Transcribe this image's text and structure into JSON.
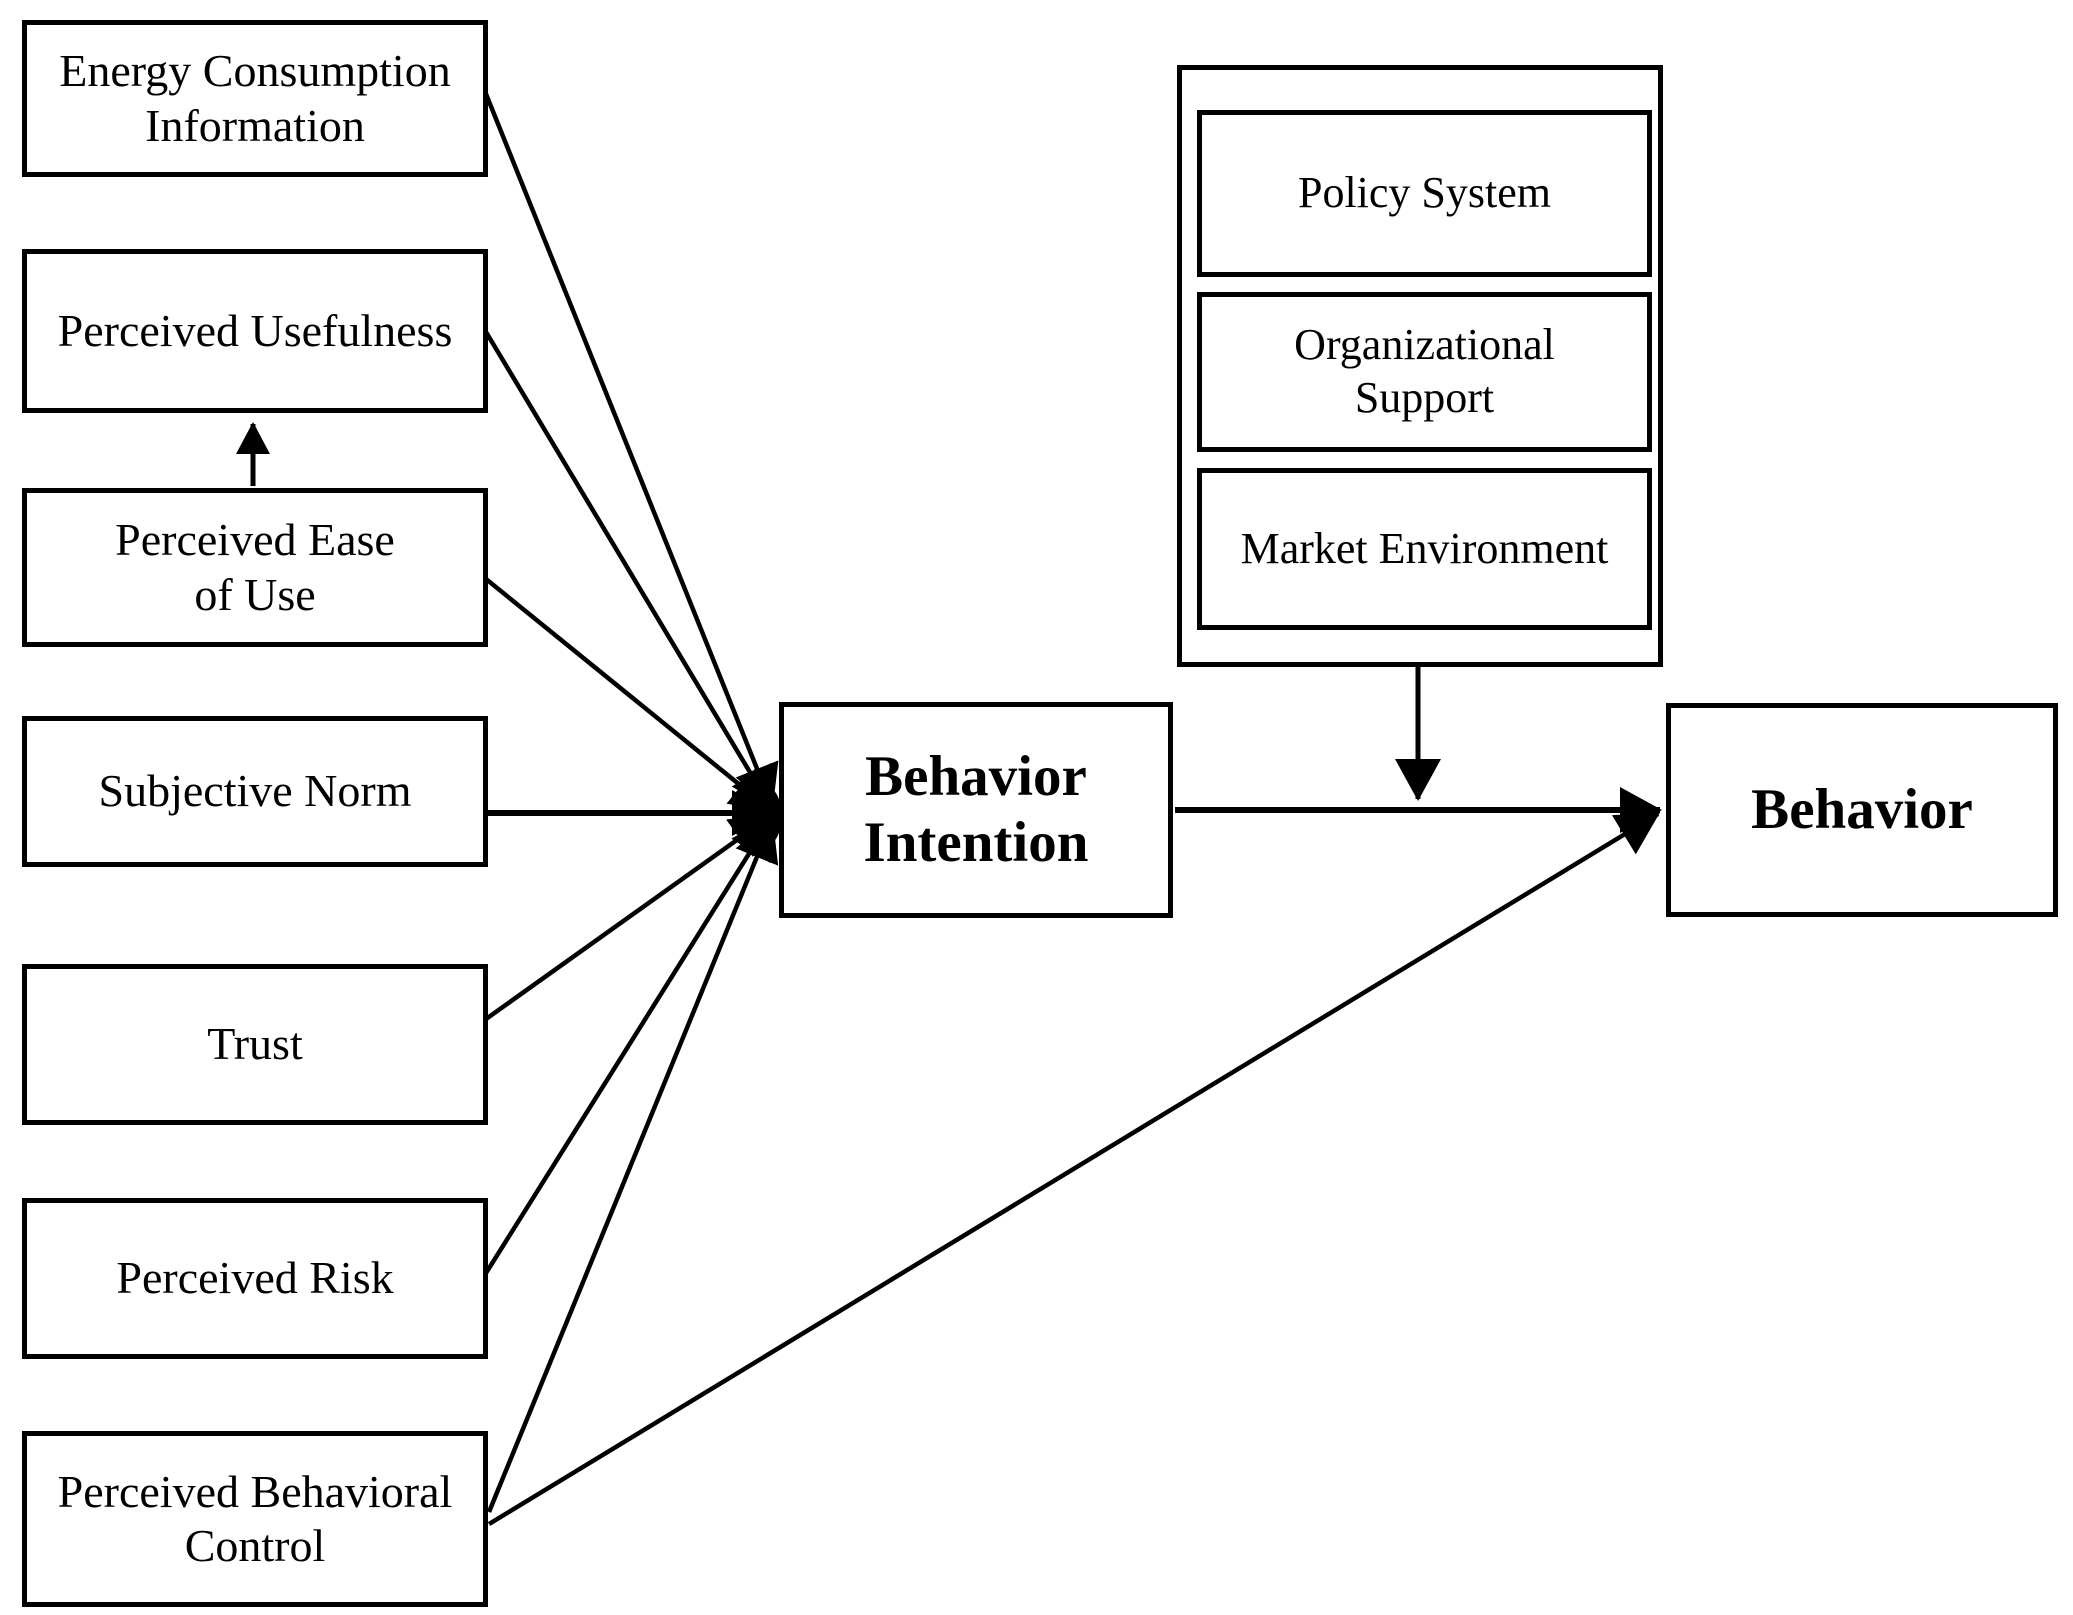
{
  "diagram": {
    "title": "Behavior intention model diagram",
    "left_factors": [
      {
        "id": "energy-consumption-information",
        "label": "Energy Consumption\nInformation"
      },
      {
        "id": "perceived-usefulness",
        "label": "Perceived Usefulness"
      },
      {
        "id": "perceived-ease-of-use",
        "label": "Perceived Ease\nof Use"
      },
      {
        "id": "subjective-norm",
        "label": "Subjective Norm"
      },
      {
        "id": "trust",
        "label": "Trust"
      },
      {
        "id": "perceived-risk",
        "label": "Perceived Risk"
      },
      {
        "id": "perceived-behavioral-control",
        "label": "Perceived Behavioral\nControl"
      }
    ],
    "center": {
      "behavior_intention": "Behavior\nIntention"
    },
    "moderators": [
      {
        "id": "policy-system",
        "label": "Policy System"
      },
      {
        "id": "organizational-support",
        "label": "Organizational\nSupport"
      },
      {
        "id": "market-environment",
        "label": "Market Environment"
      }
    ],
    "outcome": {
      "behavior": "Behavior"
    },
    "colors": {
      "line": "#000000",
      "box_border": "#000000",
      "background": "#ffffff",
      "text": "#000000"
    }
  }
}
